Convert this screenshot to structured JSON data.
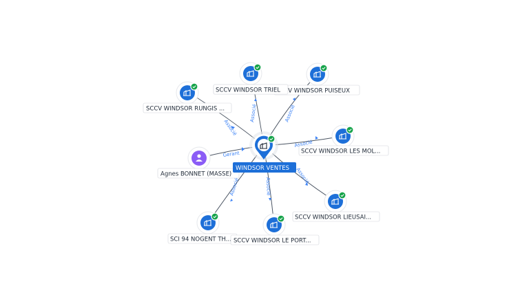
{
  "center": {
    "label": "WINDSOR VENTES"
  },
  "colors": {
    "company": "#1d6fd8",
    "person": "#8b5cf6",
    "verified": "#16a34a",
    "edge_label": "#3b82f6"
  },
  "nodes": [
    {
      "id": "triel",
      "label": "SCCV WINDSOR TRIEL",
      "type": "company",
      "verified": true,
      "relation": "Associé"
    },
    {
      "id": "puiseux",
      "label": "SCCV WINDSOR PUISEUX",
      "type": "company",
      "verified": true,
      "relation": "Associé"
    },
    {
      "id": "rungis",
      "label": "SCCV WINDSOR RUNGIS ...",
      "type": "company",
      "verified": true,
      "relation": "Associé"
    },
    {
      "id": "moliere",
      "label": "SCCV WINDSOR LES MOL...",
      "type": "company",
      "verified": true,
      "relation": "Associé"
    },
    {
      "id": "agnes",
      "label": "Agnes BONNET (MASSE)",
      "type": "person",
      "verified": false,
      "relation": "Gerant"
    },
    {
      "id": "lieusaint",
      "label": "SCCV WINDSOR LIEUSAI...",
      "type": "company",
      "verified": true,
      "relation": "Associé"
    },
    {
      "id": "nogent",
      "label": "SCI 94 NOGENT TH...",
      "type": "company",
      "verified": true,
      "relation": "Associé"
    },
    {
      "id": "leport",
      "label": "SCCV WINDSOR LE PORT...",
      "type": "company",
      "verified": true,
      "relation": "Associé"
    }
  ]
}
